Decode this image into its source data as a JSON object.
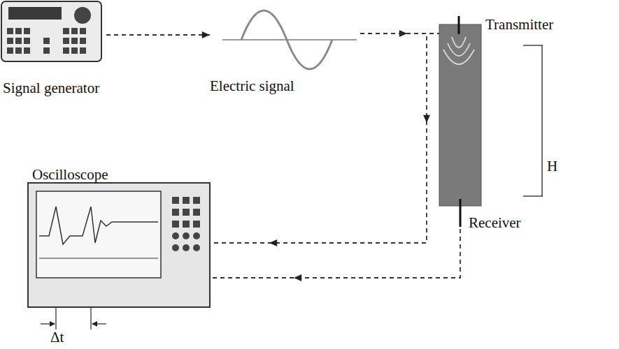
{
  "diagram": {
    "nodes": [
      {
        "text": [
          "Signal generator"
        ]
      },
      {
        "text": [
          "Electric signal"
        ]
      },
      {
        "text": [
          "Transmitter",
          "Receiver"
        ]
      },
      {
        "text": [
          "Oscilloscope"
        ]
      }
    ],
    "edges": [
      {
        "from": 0,
        "to": 1,
        "arrow": "to"
      },
      {
        "from": 1,
        "to": 2,
        "arrow": "to"
      },
      {
        "from": 1,
        "to": 3,
        "arrow": "to"
      },
      {
        "from": 2,
        "to": 3,
        "arrow": "to"
      }
    ],
    "labels": [
      "H",
      "Δt"
    ]
  }
}
